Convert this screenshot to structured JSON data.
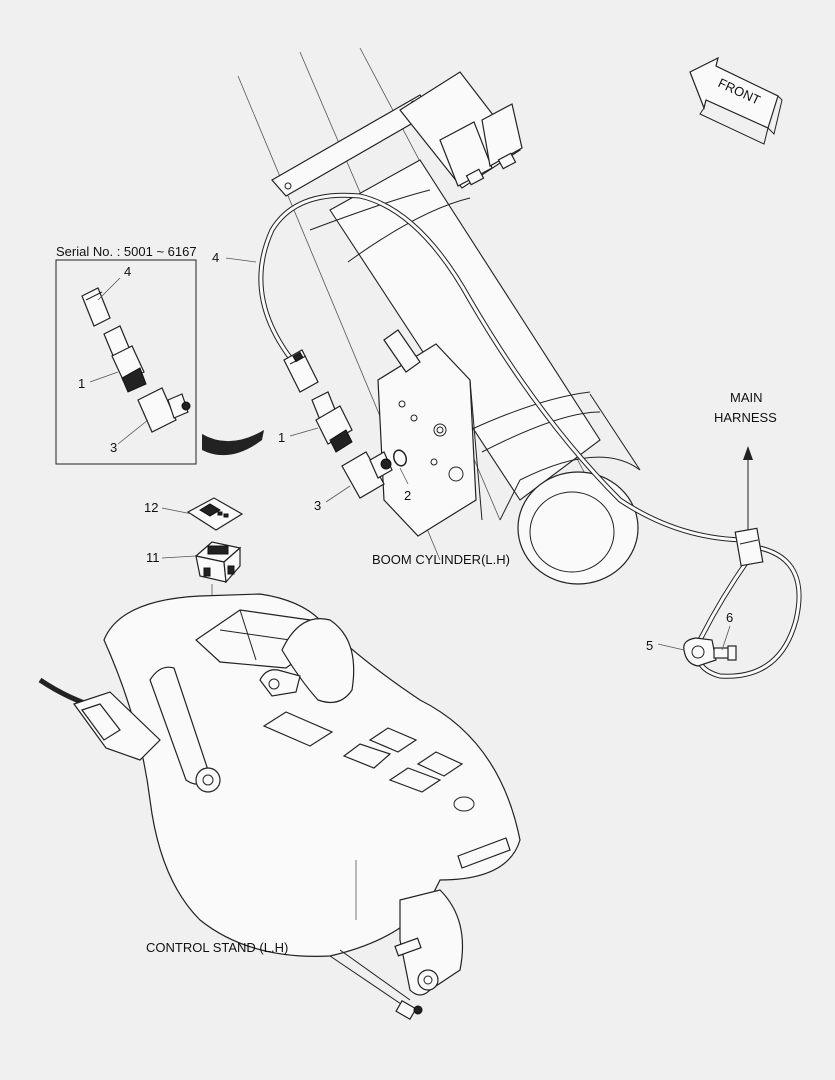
{
  "labels": {
    "serial_no": "Serial No. : 5001 ~ 6167",
    "inset_4": "4",
    "inset_1": "1",
    "inset_3": "3",
    "callout_4": "4",
    "callout_1": "1",
    "callout_2": "2",
    "callout_3": "3",
    "callout_5": "5",
    "callout_6": "6",
    "callout_11": "11",
    "callout_12": "12",
    "main_harness_line1": "MAIN",
    "main_harness_line2": "HARNESS",
    "front": "FRONT",
    "boom_cylinder": "BOOM CYLINDER(L.H)",
    "control_stand": "CONTROL STAND (L.H)"
  }
}
